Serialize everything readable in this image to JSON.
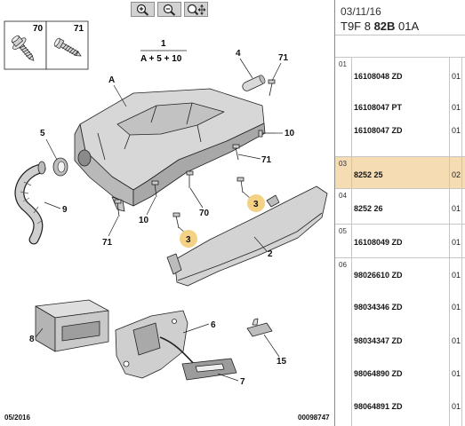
{
  "toolbar": {
    "buttons": [
      {
        "icon": "zoom-in-icon"
      },
      {
        "icon": "zoom-out-icon"
      },
      {
        "icon": "zoom-fit-icon"
      }
    ]
  },
  "diagram": {
    "inset_labels": [
      "70",
      "71"
    ],
    "assembly_number": "1",
    "assembly_formula": "A + 5 + 10",
    "callouts": [
      {
        "label": "4"
      },
      {
        "label": "71"
      },
      {
        "label": "A"
      },
      {
        "label": "5"
      },
      {
        "label": "10"
      },
      {
        "label": "71"
      },
      {
        "label": "9"
      },
      {
        "label": "10"
      },
      {
        "label": "70"
      },
      {
        "label": "71"
      },
      {
        "label": "3",
        "highlighted": true
      },
      {
        "label": "3",
        "highlighted": true
      },
      {
        "label": "2"
      },
      {
        "label": "6"
      },
      {
        "label": "8"
      },
      {
        "label": "7"
      },
      {
        "label": "15"
      }
    ],
    "footer_date": "05/2016",
    "footer_ref": "00098747"
  },
  "header": {
    "date": "03/11/16",
    "code_prefix": "T9F 8 ",
    "code_bold": "82B",
    "code_suffix": " 01A"
  },
  "parts_groups": [
    {
      "group": "01",
      "rows": [
        {
          "part": "16108048 ZD",
          "qty": "01"
        },
        {
          "part": "16108047 PT",
          "qty": "01"
        },
        {
          "part": "16108047 ZD",
          "qty": "01"
        }
      ]
    },
    {
      "group": "03",
      "highlighted": true,
      "rows": [
        {
          "part": "8252 25",
          "qty": "02"
        }
      ]
    },
    {
      "group": "04",
      "rows": [
        {
          "part": "8252 26",
          "qty": "01"
        }
      ]
    },
    {
      "group": "05",
      "rows": [
        {
          "part": "16108049 ZD",
          "qty": "01"
        }
      ]
    },
    {
      "group": "06",
      "rows": [
        {
          "part": "98026610 ZD",
          "qty": "01"
        },
        {
          "part": "98034346 ZD",
          "qty": "01"
        },
        {
          "part": "98034347 ZD",
          "qty": "01"
        },
        {
          "part": "98064890 ZD",
          "qty": "01"
        },
        {
          "part": "98064891 ZD",
          "qty": "01"
        }
      ]
    }
  ],
  "colors": {
    "selected_row": "#f6dcb3",
    "selected_callout": "#f4d285",
    "grid_line": "#c6c6c6",
    "outline": "#222222"
  }
}
